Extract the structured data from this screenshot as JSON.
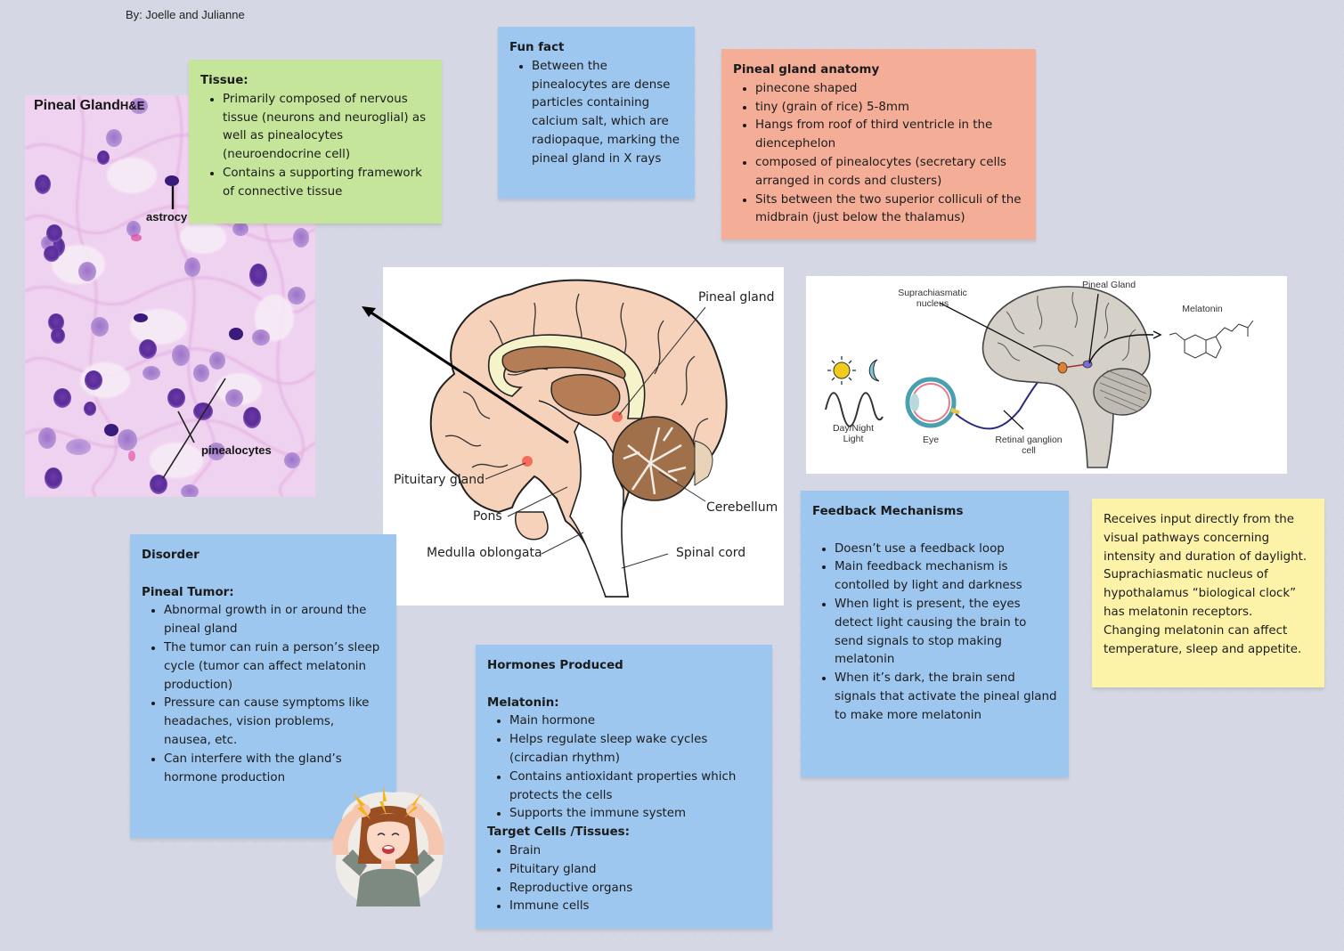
{
  "byline": "By: Joelle and Julianne",
  "histology": {
    "title": "Pineal Gland",
    "stain": "H&E",
    "labels": {
      "astrocyte": "astrocy",
      "pinealocytes": "pinealocytes"
    }
  },
  "tissue": {
    "title": "Tissue:",
    "items": [
      "Primarily composed of nervous tissue (neurons and neuroglial) as well as pinealocytes (neuroendocrine cell)",
      "Contains a supporting framework of connective tissue"
    ]
  },
  "fun_fact": {
    "title": "Fun fact",
    "items": [
      "Between the pinealocytes are dense particles containing calcium salt, which are radiopaque, marking the pineal gland in X rays"
    ]
  },
  "anatomy": {
    "title": "Pineal gland anatomy",
    "items": [
      "pinecone shaped",
      "tiny (grain of rice) 5-8mm",
      "Hangs from roof of third ventricle in the diencephelon",
      "composed of pinealocytes (secretary cells arranged in cords and clusters)",
      "Sits between the two superior colliculi of the midbrain (just below the thalamus)"
    ]
  },
  "brain_diagram": {
    "labels": {
      "pineal": "Pineal gland",
      "pituitary": "Pituitary gland",
      "pons": "Pons",
      "medulla": "Medulla oblongata",
      "cerebellum": "Cerebellum",
      "spinal": "Spinal cord"
    }
  },
  "circadian_diagram": {
    "labels": {
      "scn": "Suprachiasmatic nucleus",
      "pineal": "Pineal Gland",
      "melatonin": "Melatonin",
      "daynight": "Day/Night Light",
      "eye": "Eye",
      "rgc": "Retinal ganglion cell"
    }
  },
  "feedback": {
    "title": "Feedback Mechanisms",
    "items": [
      "Doesn’t use a feedback loop",
      "Main feedback mechanism is contolled by light and darkness",
      "When light is present, the eyes detect light causing the brain to send signals to stop making melatonin",
      "When it’s dark, the brain send signals that activate the pineal gland to make more melatonin"
    ]
  },
  "receives": {
    "text": "Receives input directly from the visual pathways concerning intensity and duration of daylight. Suprachiasmatic nucleus of hypothalamus “biological clock” has melatonin receptors. Changing melatonin can affect temperature, sleep and appetite."
  },
  "disorder": {
    "title": "Disorder",
    "subtitle": "Pineal Tumor:",
    "items": [
      "Abnormal growth in or around the pineal gland",
      "The tumor can ruin a person’s sleep cycle (tumor can affect melatonin production)",
      "Pressure can cause symptoms like headaches, vision problems, nausea, etc.",
      "Can interfere with the gland’s hormone production"
    ]
  },
  "hormones": {
    "title": "Hormones Produced",
    "melatonin_title": "Melatonin:",
    "melatonin_items": [
      "Main hormone",
      "Helps regulate sleep wake cycles (circadian rhythm)",
      "Contains antioxidant properties which protects the cells",
      "Supports the immune system"
    ],
    "targets_title": "Target Cells /Tissues:",
    "target_items": [
      "Brain",
      "Pituitary gland",
      "Reproductive organs",
      "Immune cells"
    ]
  },
  "colors": {
    "green_note": "#c5e59a",
    "blue_note": "#9ec7f0",
    "salmon_note": "#f4ae98",
    "yellow_note": "#fdf3a8"
  }
}
